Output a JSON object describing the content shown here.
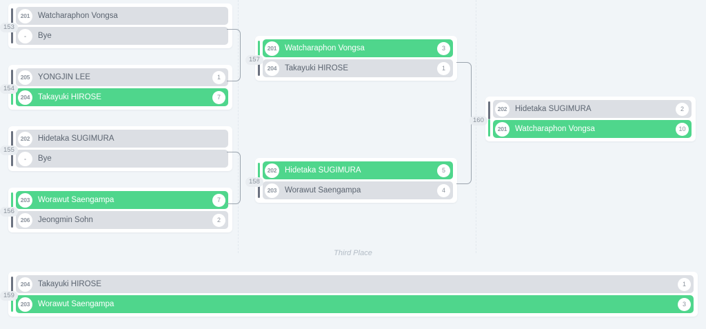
{
  "labels": {
    "third_place": "Third Place"
  },
  "colors": {
    "background": "#f1f5f8",
    "winner_green": "#4fd68c",
    "row_gray": "#dcdfe4",
    "card_white": "#ffffff",
    "text": "#5b6470",
    "muted": "#9aa3ad"
  },
  "rounds": [
    {
      "name": "round-1",
      "matches": [
        {
          "number": "153",
          "competitors": [
            {
              "seed": "201",
              "name": "Watcharaphon Vongsa",
              "score": "",
              "winner": false
            },
            {
              "seed": "-",
              "name": "Bye",
              "score": "",
              "winner": false
            }
          ]
        },
        {
          "number": "154",
          "competitors": [
            {
              "seed": "205",
              "name": "YONGJIN LEE",
              "score": "1",
              "winner": false
            },
            {
              "seed": "204",
              "name": "Takayuki HIROSE",
              "score": "7",
              "winner": true
            }
          ]
        },
        {
          "number": "155",
          "competitors": [
            {
              "seed": "202",
              "name": "Hidetaka SUGIMURA",
              "score": "",
              "winner": false
            },
            {
              "seed": "-",
              "name": "Bye",
              "score": "",
              "winner": false
            }
          ]
        },
        {
          "number": "156",
          "competitors": [
            {
              "seed": "203",
              "name": "Worawut Saengampa",
              "score": "7",
              "winner": true
            },
            {
              "seed": "206",
              "name": "Jeongmin Sohn",
              "score": "2",
              "winner": false
            }
          ]
        }
      ]
    },
    {
      "name": "round-2",
      "matches": [
        {
          "number": "157",
          "competitors": [
            {
              "seed": "201",
              "name": "Watcharaphon Vongsa",
              "score": "3",
              "winner": true
            },
            {
              "seed": "204",
              "name": "Takayuki HIROSE",
              "score": "1",
              "winner": false
            }
          ]
        },
        {
          "number": "158",
          "competitors": [
            {
              "seed": "202",
              "name": "Hidetaka SUGIMURA",
              "score": "5",
              "winner": true
            },
            {
              "seed": "203",
              "name": "Worawut Saengampa",
              "score": "4",
              "winner": false
            }
          ]
        }
      ]
    },
    {
      "name": "final",
      "matches": [
        {
          "number": "160",
          "competitors": [
            {
              "seed": "202",
              "name": "Hidetaka SUGIMURA",
              "score": "2",
              "winner": false
            },
            {
              "seed": "201",
              "name": "Watcharaphon Vongsa",
              "score": "10",
              "winner": true
            }
          ]
        }
      ]
    }
  ],
  "third_place_match": {
    "number": "159",
    "competitors": [
      {
        "seed": "204",
        "name": "Takayuki HIROSE",
        "score": "1",
        "winner": false
      },
      {
        "seed": "203",
        "name": "Worawut Saengampa",
        "score": "3",
        "winner": true
      }
    ]
  }
}
